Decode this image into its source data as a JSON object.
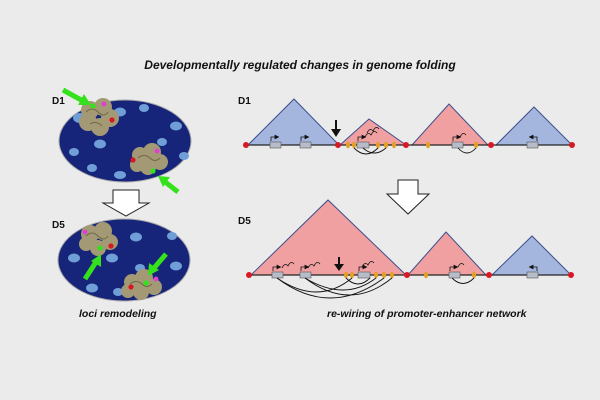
{
  "title": "Developmentally regulated changes in genome folding",
  "left_panel": {
    "label_top": "D1",
    "label_bottom": "D5",
    "caption": "loci remodeling"
  },
  "right_panel": {
    "label_top": "D1",
    "label_bottom": "D5",
    "caption": "re-wiring of promoter-enhancer network"
  },
  "colors": {
    "background": "#ebebeb",
    "nucleus": "#16247a",
    "nuclear_spot": "#6f9fd6",
    "chromatin_blob": "#a39a75",
    "highlight_arrow": "#35e11d",
    "tad_blue": "#a4b6dd",
    "tad_red": "#f0a0a0",
    "boundary": "#d81822",
    "enhancer": "#e3a021",
    "gene_box": "#b7bcc9"
  }
}
